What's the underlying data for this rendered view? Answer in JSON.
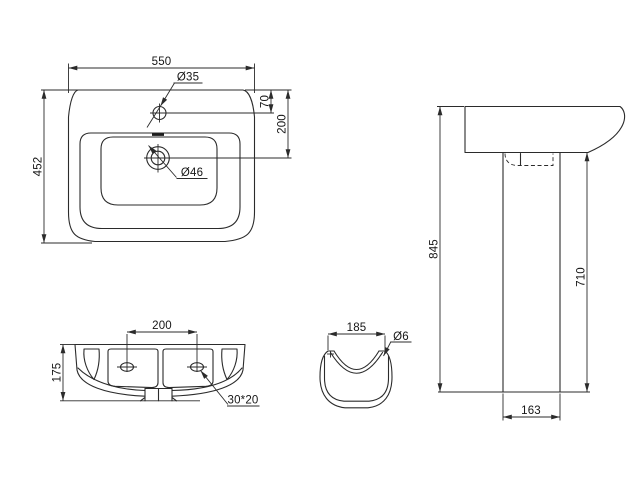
{
  "drawing": {
    "background": "#ffffff",
    "line_color": "#2b2b2b",
    "views": {
      "plan": {
        "name": "basin top view",
        "dims": {
          "width": "550",
          "depth": "452",
          "faucet_hole": "Ø35",
          "faucet_offset": "70",
          "drain_offset": "200",
          "drain_hole": "Ø46"
        }
      },
      "front": {
        "name": "basin front (underside) view",
        "dims": {
          "hole_spacing": "200",
          "height": "175",
          "slot": "30*20"
        }
      },
      "section": {
        "name": "basin side section view",
        "dims": {
          "width": "185",
          "hole": "Ø6"
        }
      },
      "elevation": {
        "name": "basin with pedestal side elevation",
        "dims": {
          "total_height": "845",
          "pedestal_height": "710",
          "pedestal_width": "163"
        }
      }
    }
  }
}
